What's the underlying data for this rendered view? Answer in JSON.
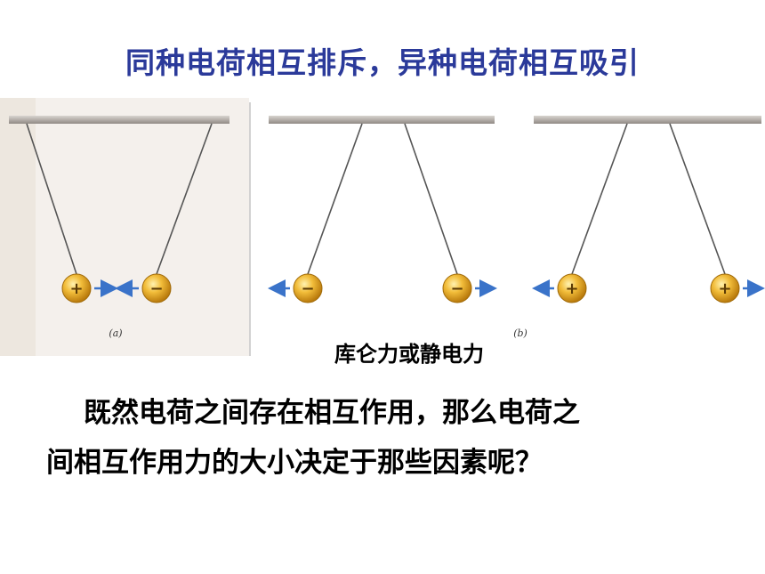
{
  "title": "同种电荷相互排斥，异种电荷相互吸引",
  "panels": [
    {
      "label": "(a)",
      "charges": [
        "+",
        "−"
      ],
      "interaction": "attract"
    },
    {
      "label": "(b)",
      "charges": [
        "−",
        "−"
      ],
      "interaction": "repel"
    },
    {
      "label": "",
      "charges": [
        "+",
        "+"
      ],
      "interaction": "repel"
    }
  ],
  "caption": "库仑力或静电力",
  "body": {
    "line1": "既然电荷之间存在相互作用，那么电荷之",
    "line2": "间相互作用力的大小决定于那些因素呢？"
  },
  "colors": {
    "title": "#2b3a9a",
    "arrow": "#3a73c9",
    "ball": "#e0a21c",
    "bar": "#b0aaa6"
  }
}
